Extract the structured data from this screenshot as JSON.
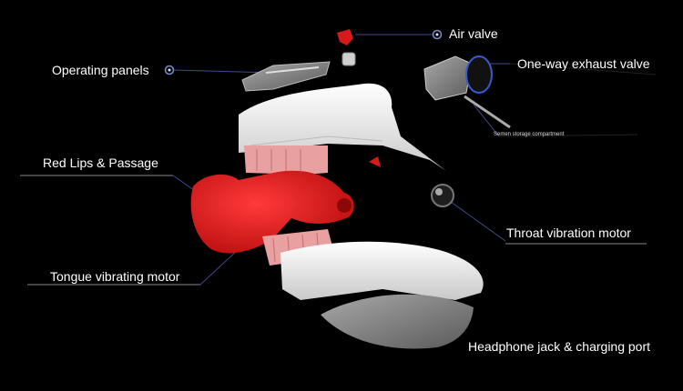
{
  "labels": {
    "air_valve": "Air valve",
    "operating_panels": "Operating panels",
    "one_way_exhaust_valve": "One-way exhaust valve",
    "semen_storage": "Semen storage compartment",
    "red_lips_passage": "Red Lips & Passage",
    "throat_vibration_motor": "Throat vibration motor",
    "tongue_vibrating_motor": "Tongue vibrating motor",
    "headphone_jack": "Headphone jack & charging port"
  },
  "colors": {
    "background": "#000000",
    "shell": "#f2f2f2",
    "red_part": "#e01818",
    "pink_part": "#e8a0a0",
    "grey_part": "#8a8a8a",
    "leader_line": "#3f4a8a"
  },
  "icons": [
    "bullet-ring-icon"
  ]
}
